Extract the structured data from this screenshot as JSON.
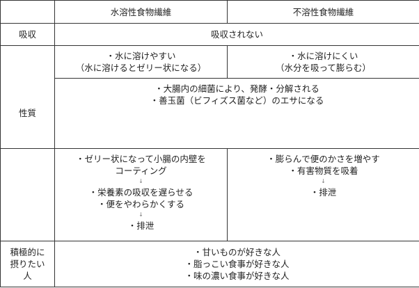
{
  "header": {
    "col1": "",
    "col2": "水溶性食物繊維",
    "col3": "不溶性食物繊維"
  },
  "rows": {
    "absorption": {
      "label": "吸収",
      "value": "吸収されない"
    },
    "properties": {
      "label": "性質",
      "soluble": [
        "・水に溶けやすい",
        "（水に溶けるとゼリー状になる）"
      ],
      "insoluble": [
        "・水に溶けにくい",
        "（水分を吸って膨らむ）"
      ],
      "shared": [
        "・大腸内の細菌により、発酵・分解される",
        "・善玉菌（ビフィズス菌など）のエサになる"
      ]
    },
    "effects": {
      "label": "",
      "arrow": "↓",
      "soluble": [
        "・ゼリー状になって小腸の内壁を",
        "コーティング",
        "・栄養素の吸収を遅らせる",
        "・便をやわらかくする",
        "・排泄"
      ],
      "insoluble": [
        "・膨らんで便のかさを増やす",
        "・有害物質を吸着",
        "・排泄"
      ]
    },
    "recommended": {
      "label": [
        "積極的に",
        "摂りたい",
        "人"
      ],
      "value": [
        "・甘いものが好きな人",
        "・脂っこい食事が好きな人",
        "・味の濃い食事が好きな人"
      ]
    }
  }
}
